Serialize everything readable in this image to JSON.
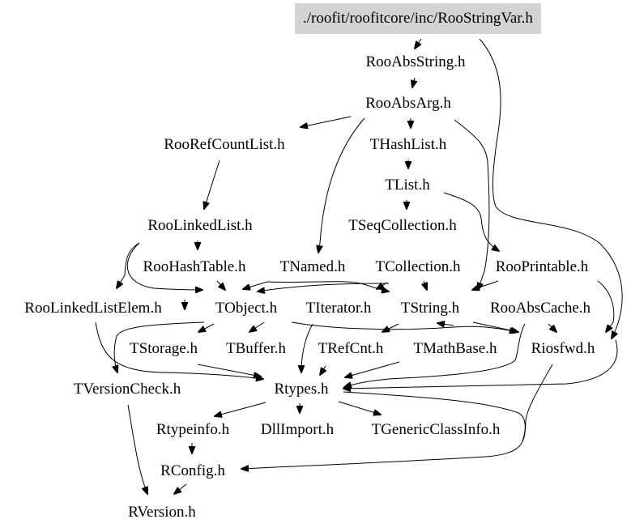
{
  "graph": {
    "root": "./roofit/roofitcore/inc/RooStringVar.h",
    "root_fill": "#d3d3d3",
    "nodes": [
      {
        "id": "root",
        "label": "./roofit/roofitcore/inc/RooStringVar.h"
      },
      {
        "id": "RooAbsString",
        "label": "RooAbsString.h"
      },
      {
        "id": "RooAbsArg",
        "label": "RooAbsArg.h"
      },
      {
        "id": "RooRefCountList",
        "label": "RooRefCountList.h"
      },
      {
        "id": "THashList",
        "label": "THashList.h"
      },
      {
        "id": "TList",
        "label": "TList.h"
      },
      {
        "id": "RooLinkedList",
        "label": "RooLinkedList.h"
      },
      {
        "id": "TSeqCollection",
        "label": "TSeqCollection.h"
      },
      {
        "id": "RooHashTable",
        "label": "RooHashTable.h"
      },
      {
        "id": "TNamed",
        "label": "TNamed.h"
      },
      {
        "id": "TCollection",
        "label": "TCollection.h"
      },
      {
        "id": "RooPrintable",
        "label": "RooPrintable.h"
      },
      {
        "id": "RooLinkedListElem",
        "label": "RooLinkedListElem.h"
      },
      {
        "id": "TObject",
        "label": "TObject.h"
      },
      {
        "id": "TIterator",
        "label": "TIterator.h"
      },
      {
        "id": "TString",
        "label": "TString.h"
      },
      {
        "id": "RooAbsCache",
        "label": "RooAbsCache.h"
      },
      {
        "id": "TStorage",
        "label": "TStorage.h"
      },
      {
        "id": "TBuffer",
        "label": "TBuffer.h"
      },
      {
        "id": "TRefCnt",
        "label": "TRefCnt.h"
      },
      {
        "id": "TMathBase",
        "label": "TMathBase.h"
      },
      {
        "id": "Riosfwd",
        "label": "Riosfwd.h"
      },
      {
        "id": "TVersionCheck",
        "label": "TVersionCheck.h"
      },
      {
        "id": "Rtypes",
        "label": "Rtypes.h"
      },
      {
        "id": "Rtypeinfo",
        "label": "Rtypeinfo.h"
      },
      {
        "id": "DllImport",
        "label": "DllImport.h"
      },
      {
        "id": "TGenericClassInfo",
        "label": "TGenericClassInfo.h"
      },
      {
        "id": "RConfig",
        "label": "RConfig.h"
      },
      {
        "id": "RVersion",
        "label": "RVersion.h"
      }
    ],
    "edges": [
      [
        "root",
        "RooAbsString"
      ],
      [
        "root",
        "Riosfwd"
      ],
      [
        "RooAbsString",
        "RooAbsArg"
      ],
      [
        "RooAbsArg",
        "RooRefCountList"
      ],
      [
        "RooAbsArg",
        "THashList"
      ],
      [
        "RooAbsArg",
        "TNamed"
      ],
      [
        "RooAbsArg",
        "TString"
      ],
      [
        "RooRefCountList",
        "RooLinkedList"
      ],
      [
        "THashList",
        "TList"
      ],
      [
        "TList",
        "TSeqCollection"
      ],
      [
        "TList",
        "RooPrintable"
      ],
      [
        "RooLinkedList",
        "RooHashTable"
      ],
      [
        "RooLinkedList",
        "RooLinkedListElem"
      ],
      [
        "RooLinkedList",
        "TObject"
      ],
      [
        "TSeqCollection",
        "TCollection"
      ],
      [
        "RooHashTable",
        "TObject"
      ],
      [
        "TNamed",
        "TObject"
      ],
      [
        "TNamed",
        "TString"
      ],
      [
        "TCollection",
        "TObject"
      ],
      [
        "TCollection",
        "TIterator"
      ],
      [
        "TCollection",
        "TString"
      ],
      [
        "RooPrintable",
        "TString"
      ],
      [
        "RooPrintable",
        "Riosfwd"
      ],
      [
        "TObject",
        "TStorage"
      ],
      [
        "TObject",
        "TBuffer"
      ],
      [
        "TObject",
        "Riosfwd"
      ],
      [
        "TObject",
        "TVersionCheck"
      ],
      [
        "TIterator",
        "Rtypes"
      ],
      [
        "TString",
        "TRefCnt"
      ],
      [
        "TString",
        "TMathBase"
      ],
      [
        "TString",
        "Riosfwd"
      ],
      [
        "RooAbsCache",
        "Riosfwd"
      ],
      [
        "RooAbsCache",
        "Rtypes"
      ],
      [
        "TStorage",
        "Rtypes"
      ],
      [
        "TMathBase",
        "Rtypes"
      ],
      [
        "Riosfwd",
        "RConfig"
      ],
      [
        "RooLinkedListElem",
        "Rtypes"
      ],
      [
        "TVersionCheck",
        "RVersion"
      ],
      [
        "Rtypes",
        "Rtypeinfo"
      ],
      [
        "Rtypes",
        "DllImport"
      ],
      [
        "Rtypes",
        "TGenericClassInfo"
      ],
      [
        "Rtypeinfo",
        "RConfig"
      ],
      [
        "RConfig",
        "RVersion"
      ]
    ]
  }
}
